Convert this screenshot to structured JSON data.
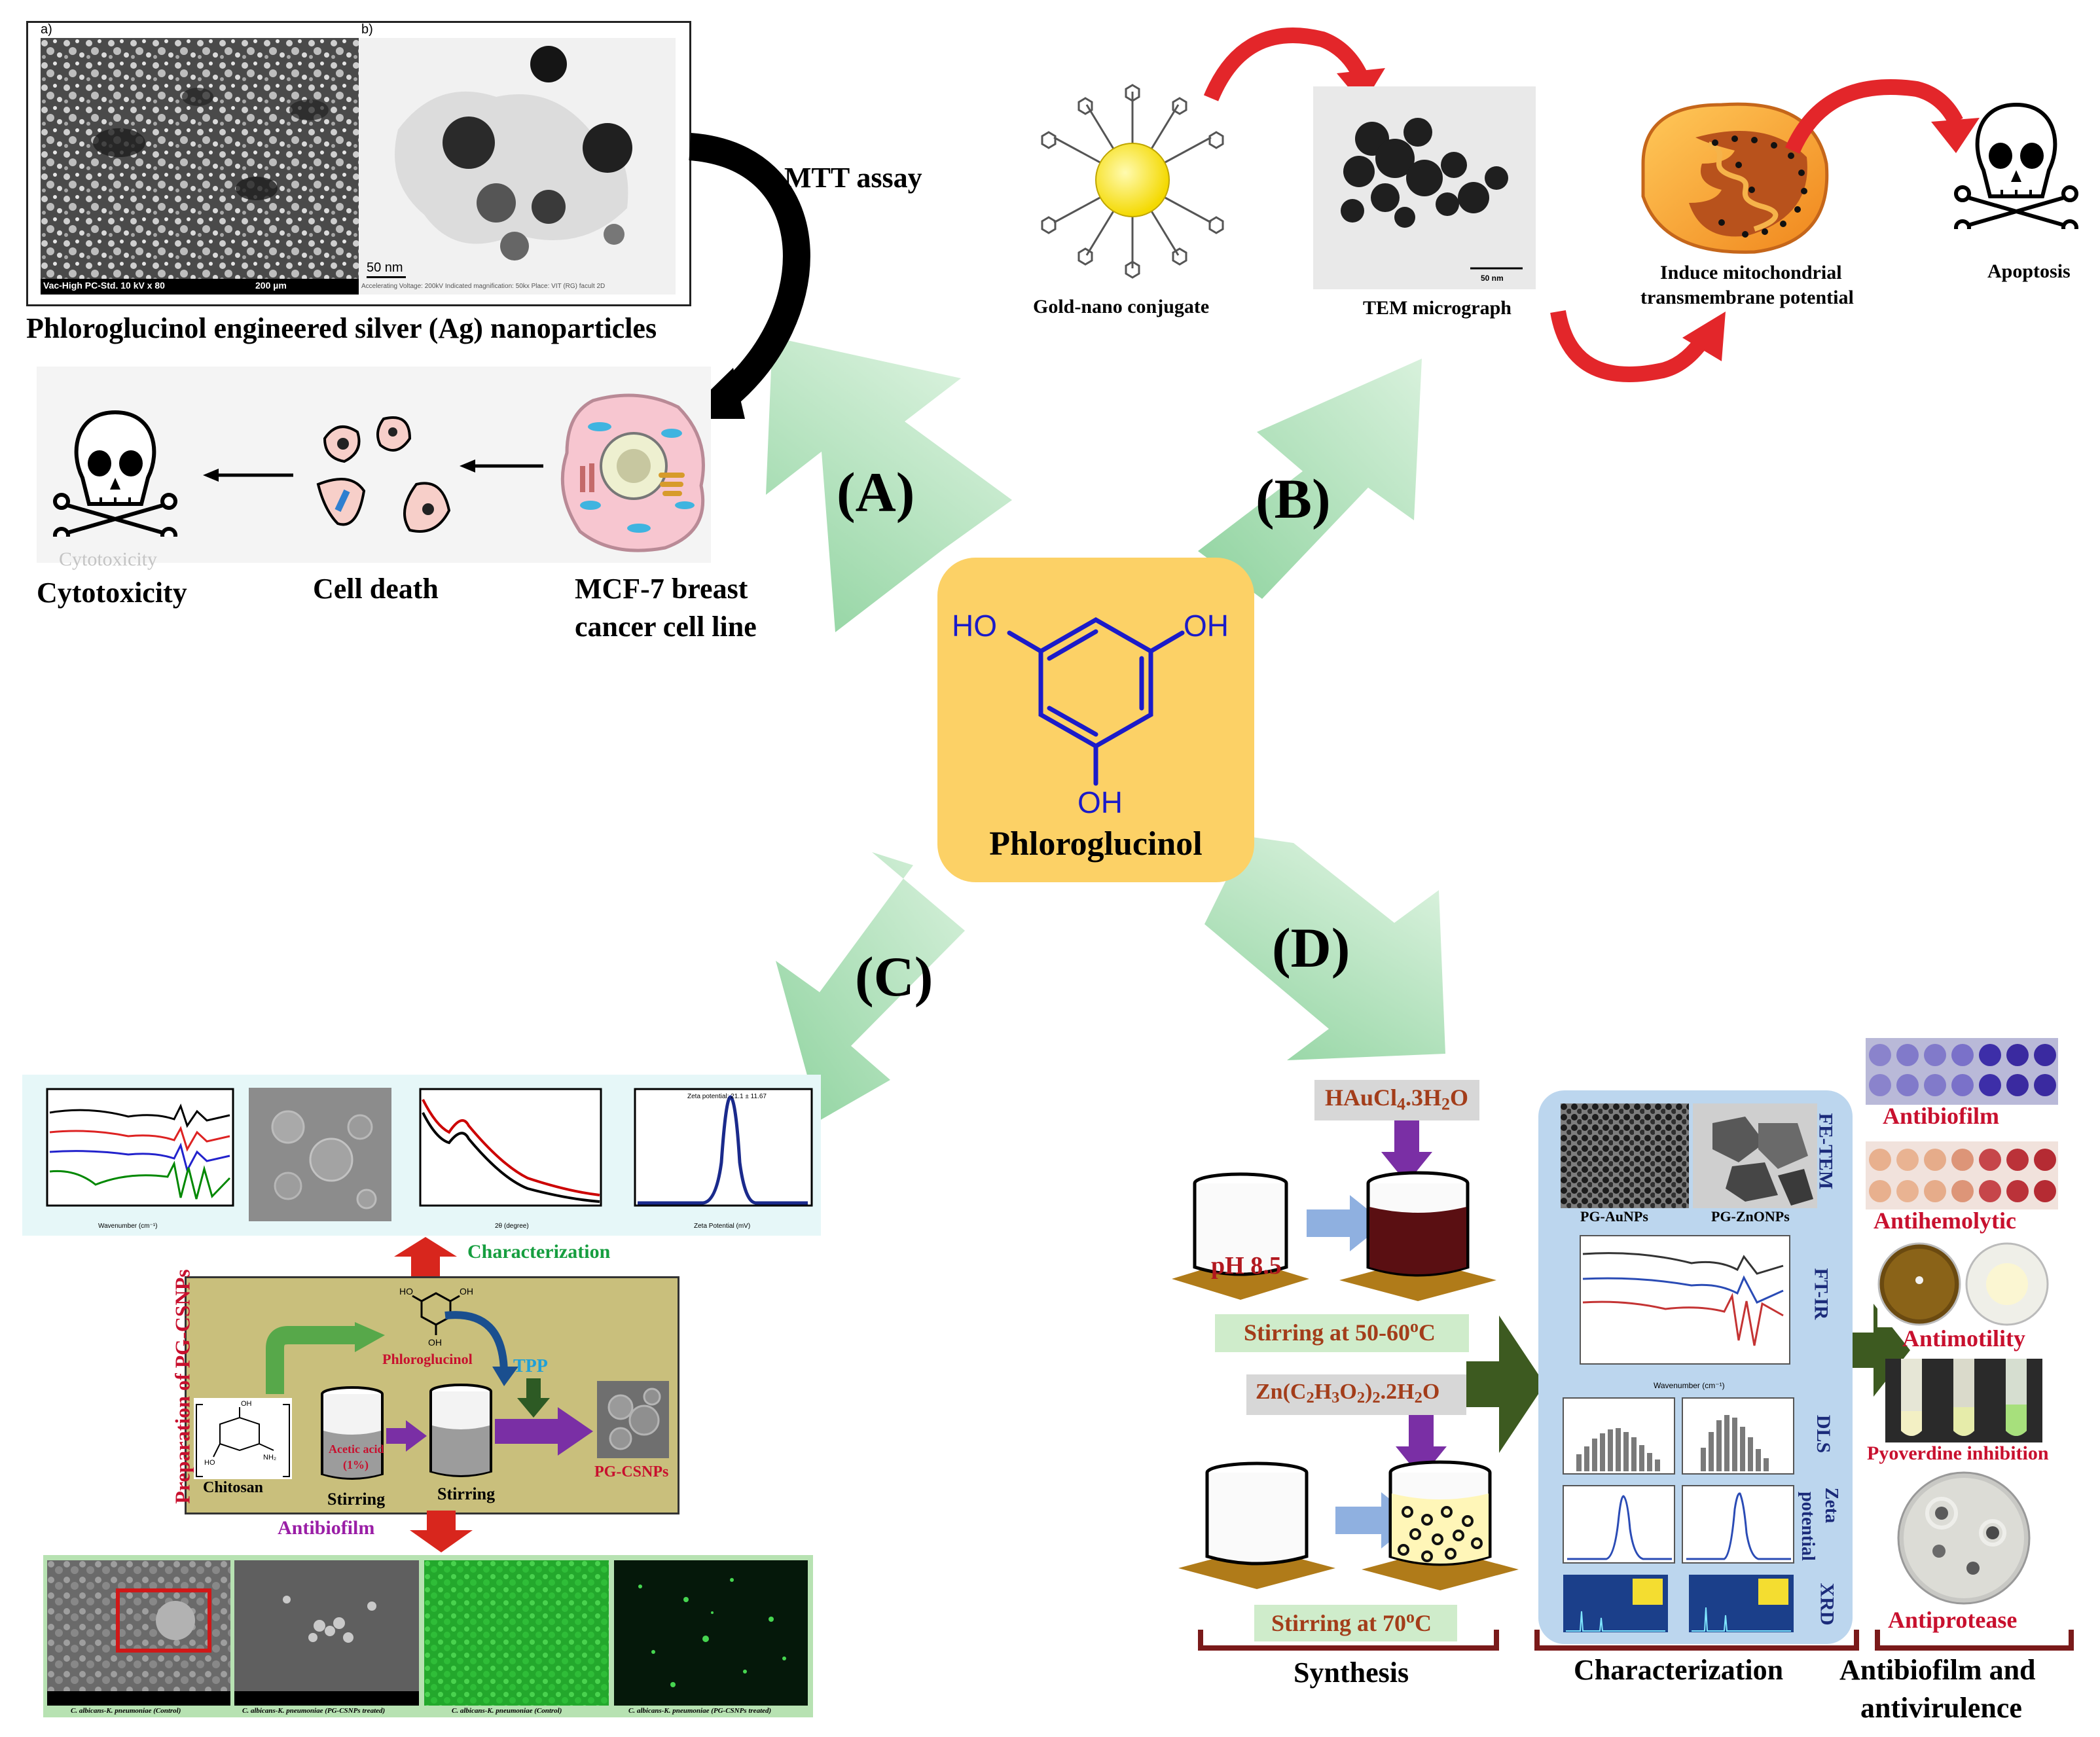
{
  "center": {
    "name": "Phloroglucinol",
    "oh1": "HO",
    "oh2": "OH",
    "oh3": "OH"
  },
  "sections": {
    "a": "(A)",
    "b": "(B)",
    "c": "(C)",
    "d": "(D)"
  },
  "panel_a": {
    "sem_tag": "a)",
    "tem_tag": "b)",
    "sem_footer": "Vac-High   PC-Std.   10 kV  x 80",
    "sem_scale": "200 µm",
    "tem_scale": "50 nm",
    "tem_footer": "Accelerating Voltage: 200kV   Indicated magnification: 50kx   Place: VIT (RG) facult 2D",
    "title": "Phloroglucinol engineered silver (Ag) nanoparticles",
    "assay": "MTT assay",
    "cytotoxicity": "Cytotoxicity",
    "cell_death": "Cell death",
    "cell_line_1": "MCF-7 breast",
    "cell_line_2": "cancer cell line",
    "faint": "Cytotoxicity"
  },
  "panel_b": {
    "gold": "Gold-nano conjugate",
    "tem": "TEM micrograph",
    "tem_scale": "50 nm",
    "mito_1": "Induce mitochondrial",
    "mito_2": "transmembrane potential",
    "apoptosis": "Apoptosis"
  },
  "panel_c": {
    "characterization": "Characterization",
    "preparation": "Preparation of PG-CSNPs",
    "phloroglucinol": "Phloroglucinol",
    "tpp": "TPP",
    "chitosan": "Chitosan",
    "acetic_1": "Acetic acid",
    "acetic_2": "(1%)",
    "stirring_1": "Stirring",
    "stirring_2": "Stirring",
    "pgcsnps": "PG-CSNPs",
    "antibiofilm": "Antibiofilm",
    "chart_zeta": "Zeta potential: 21.1 ± 11.67",
    "xlabel_ftir": "Wavenumber (cm⁻¹)",
    "xlabel_xrd": "2θ (degree)",
    "xlabel_zeta": "Zeta Potential (mV)",
    "caption1": "C. albicans-K. pneumoniae (Control)",
    "caption2": "C. albicans-K. pneumoniae (PG-CSNPs treated)",
    "caption3": "C. albicans-K. pneumoniae (Control)",
    "caption4": "C. albicans-K. pneumoniae (PG-CSNPs treated)"
  },
  "panel_d": {
    "reagent1_a": "HAuCl",
    "reagent1_b": "4",
    "reagent1_c": ".3H",
    "reagent1_d": "2",
    "reagent1_e": "O",
    "ph": "pH 8.5",
    "stir1_a": "Stirring at 50-60",
    "stir1_b": "o",
    "stir1_c": "C",
    "reagent2_a": "Zn(C",
    "reagent2_b": "2",
    "reagent2_c": "H",
    "reagent2_d": "3",
    "reagent2_e": "O",
    "reagent2_f": "2",
    "reagent2_g": ")",
    "reagent2_h": "2",
    "reagent2_i": ".2H",
    "reagent2_j": "2",
    "reagent2_k": "O",
    "stir2_a": "Stirring at 70",
    "stir2_b": "o",
    "stir2_c": "C",
    "synthesis": "Synthesis",
    "characterization": "Characterization",
    "antibio_1": "Antibiofilm and",
    "antibio_2": "antivirulence",
    "fetem": "FE-TEM",
    "ftir": "FT-IR",
    "dls": "DLS",
    "zeta_1": "Zeta",
    "zeta_2": "potential",
    "xrd": "XRD",
    "pg_au": "PG-AuNPs",
    "pg_zno": "PG-ZnONPs",
    "antibiofilm": "Antibiofilm",
    "antihemolytic": "Antihemolytic",
    "antimotility": "Antimotility",
    "pyoverdine": "Pyoverdine inhibition",
    "antiprotease": "Antiprotease"
  },
  "colors": {
    "green_arrow": "#a9dfb4",
    "red_arrow": "#e3262a",
    "yellow_box": "#fcd166",
    "blue_struct": "#1b1bc9",
    "dark_red_label": "#c8102e",
    "dark_green_arrow": "#3d5a20"
  }
}
